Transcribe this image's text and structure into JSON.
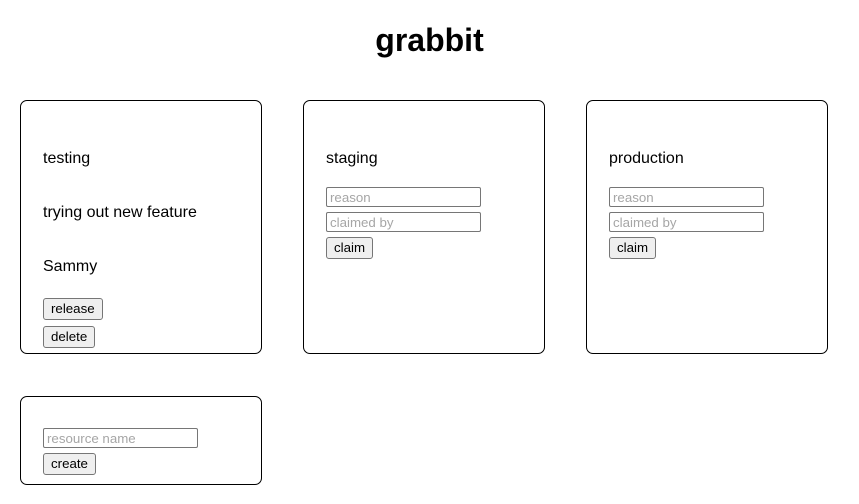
{
  "app": {
    "title": "grabbit"
  },
  "resources": [
    {
      "name": "testing",
      "state": "claimed",
      "reason": "trying out new feature",
      "claimed_by": "Sammy",
      "release_label": "release",
      "delete_label": "delete"
    },
    {
      "name": "staging",
      "state": "free",
      "reason_placeholder": "reason",
      "claimed_by_placeholder": "claimed by",
      "claim_label": "claim"
    },
    {
      "name": "production",
      "state": "free",
      "reason_placeholder": "reason",
      "claimed_by_placeholder": "claimed by",
      "claim_label": "claim"
    }
  ],
  "create": {
    "name_placeholder": "resource name",
    "create_label": "create"
  },
  "colors": {
    "background": "#ffffff",
    "text": "#000000",
    "card_border": "#000000",
    "input_border": "#767676",
    "placeholder": "#a6a6a6",
    "button_face": "#efefef"
  }
}
